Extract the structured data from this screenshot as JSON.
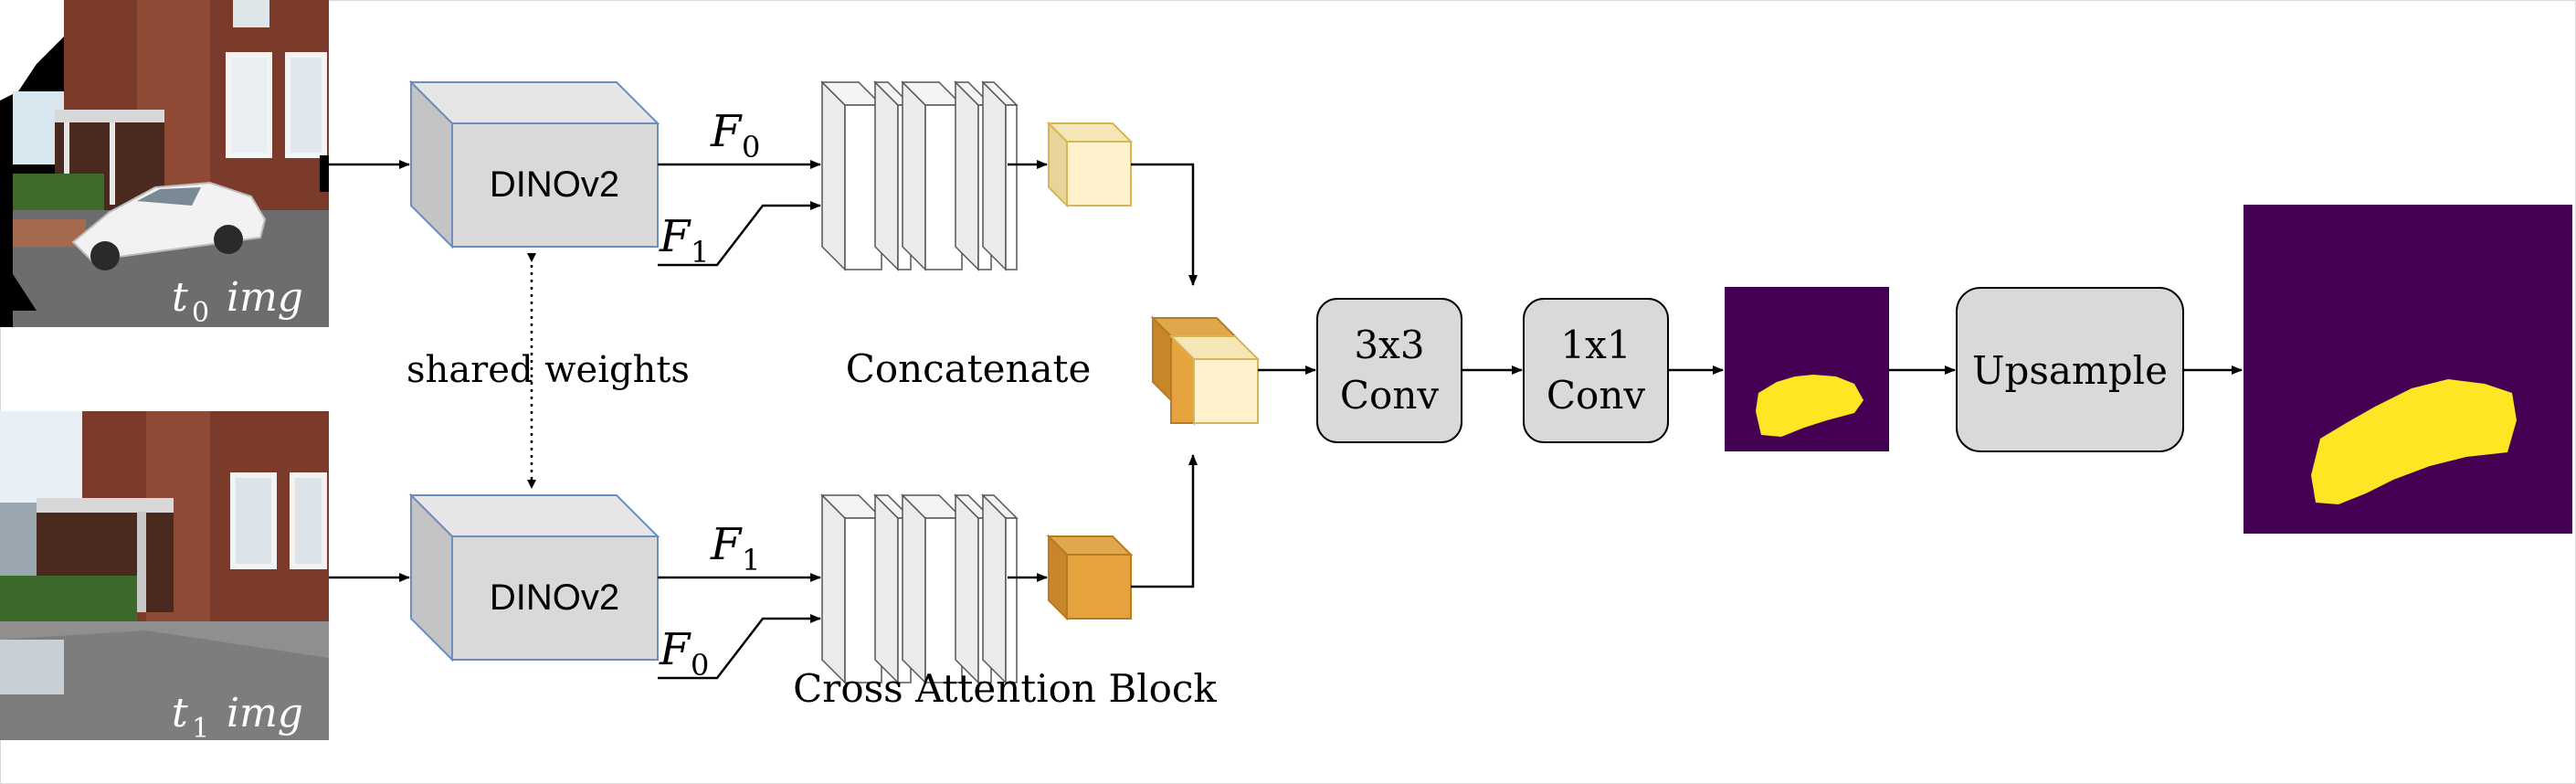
{
  "colors": {
    "dino_front": "#d9d9d9",
    "dino_top": "#e6e6e6",
    "dino_side": "#c4c4c4",
    "dino_border": "#6c8ebf",
    "feature_light_front": "#fff2cc",
    "feature_light_top": "#f5e6b8",
    "feature_light_side": "#e8d49a",
    "feature_light_border": "#d6b656",
    "feature_dark_front": "#e6a23c",
    "feature_dark_top": "#e0a84a",
    "feature_dark_side": "#c8862a",
    "box_fill": "#d9d9d9",
    "mask_bg": "#440154",
    "mask_fg": "#fde725",
    "arrow": "#000000"
  },
  "inputs": {
    "t0": {
      "label": "t",
      "sub": "0",
      "suffix": "img"
    },
    "t1": {
      "label": "t",
      "sub": "1",
      "suffix": "img"
    }
  },
  "encoder": {
    "top_label": "DINOv2",
    "bottom_label": "DINOv2",
    "shared_label": "shared weights"
  },
  "features": {
    "top_primary": {
      "label": "F",
      "sub": "0"
    },
    "top_secondary": {
      "label": "F",
      "sub": "1"
    },
    "bottom_primary": {
      "label": "F",
      "sub": "1"
    },
    "bottom_secondary": {
      "label": "F",
      "sub": "0"
    }
  },
  "cross_attention_label": "Cross Attention Block",
  "concatenate_label": "Concatenate",
  "conv3": {
    "line1": "3x3",
    "line2": "Conv"
  },
  "conv1": {
    "line1": "1x1",
    "line2": "Conv"
  },
  "upsample_label": "Upsample"
}
